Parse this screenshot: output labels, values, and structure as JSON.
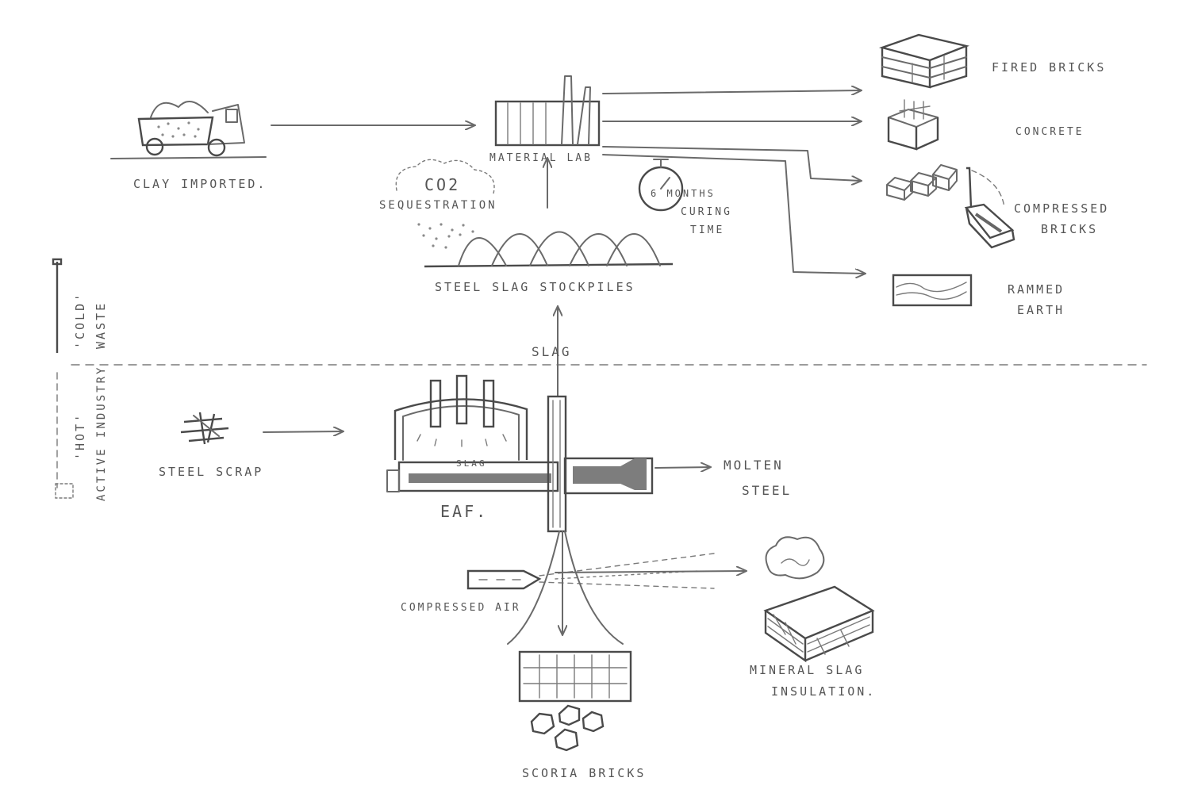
{
  "inputs": {
    "clay": "CLAY IMPORTED.",
    "scrap": "STEEL SCRAP"
  },
  "lab": {
    "label": "MATERIAL LAB"
  },
  "stockpile": {
    "co2_line1": "CO2",
    "co2_line2": "SEQUESTRATION",
    "curing_line1": "6 MONTHS",
    "curing_line2": "CURING",
    "curing_line3": "TIME",
    "label": "STEEL SLAG STOCKPILES"
  },
  "products": {
    "fired_bricks": "FIRED BRICKS",
    "concrete": "CONCRETE",
    "compressed_line1": "COMPRESSED",
    "compressed_line2": "BRICKS",
    "rammed_line1": "RAMMED",
    "rammed_line2": "EARTH"
  },
  "zones": {
    "cold_line1": "'COLD'",
    "cold_line2": "WASTE",
    "hot_line1": "'HOT'",
    "hot_line2": "ACTIVE INDUSTRY"
  },
  "furnace": {
    "slag_inner": "SLAG",
    "slag_flow": "SLAG",
    "eaf": "EAF.",
    "molten_line1": "MOLTEN",
    "molten_line2": "STEEL"
  },
  "outputs": {
    "compressed_air": "COMPRESSED AIR",
    "scoria_bricks": "SCORIA BRICKS",
    "insulation_line1": "MINERAL SLAG",
    "insulation_line2": "INSULATION."
  }
}
